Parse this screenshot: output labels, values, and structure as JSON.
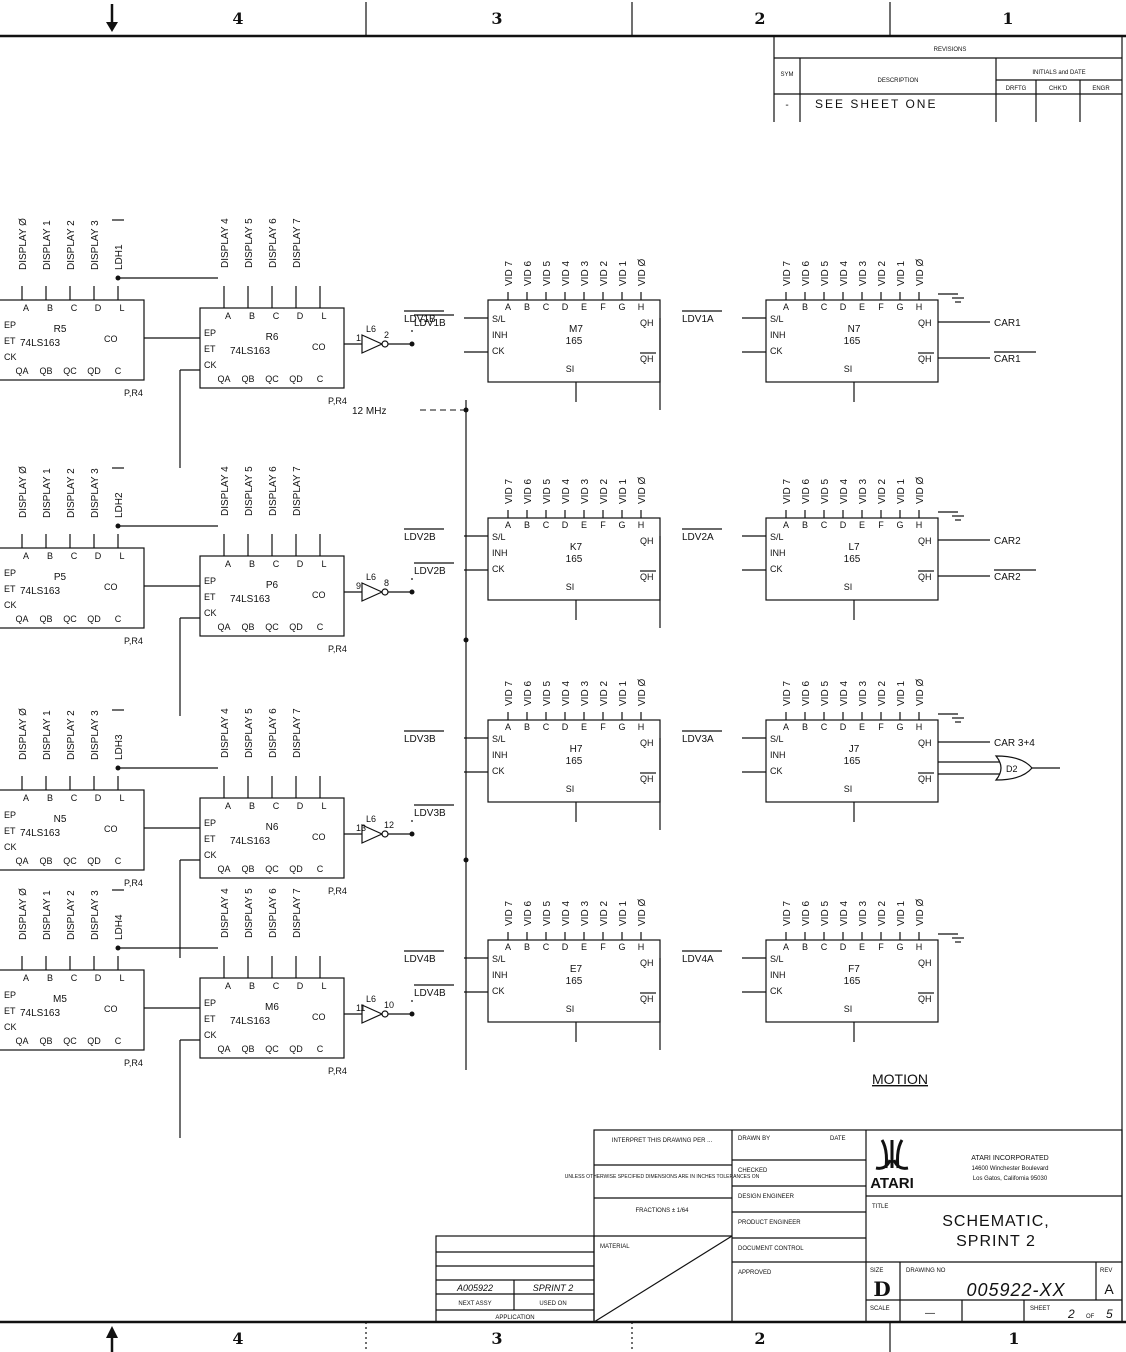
{
  "zones": {
    "top": [
      "4",
      "3",
      "2",
      "1"
    ],
    "bottom": [
      "4",
      "3",
      "2",
      "1"
    ]
  },
  "revisions": {
    "title": "REVISIONS",
    "col_sym": "SYM",
    "col_description": "DESCRIPTION",
    "col_initials": "INITIALS and DATE",
    "col_drftg": "DRFTG",
    "col_chkd": "CHK'D",
    "col_engr": "ENGR",
    "row_sym": "-",
    "row_description": "SEE SHEET ONE"
  },
  "counters": [
    {
      "a": {
        "ref": "R5",
        "type": "74LS163",
        "inputs": [
          "DISPLAY Ø",
          "DISPLAY 1",
          "DISPLAY 2",
          "DISPLAY 3",
          "LDH1"
        ]
      },
      "b": {
        "ref": "R6",
        "type": "74LS163",
        "inputs": [
          "DISPLAY 4",
          "DISPLAY 5",
          "DISPLAY 6",
          "DISPLAY 7"
        ]
      },
      "inv": {
        "ref": "L6",
        "pins": [
          "1",
          "2"
        ]
      },
      "load": "LDV1B"
    },
    {
      "a": {
        "ref": "P5",
        "type": "74LS163",
        "inputs": [
          "DISPLAY Ø",
          "DISPLAY 1",
          "DISPLAY 2",
          "DISPLAY 3",
          "LDH2"
        ]
      },
      "b": {
        "ref": "P6",
        "type": "74LS163",
        "inputs": [
          "DISPLAY 4",
          "DISPLAY 5",
          "DISPLAY 6",
          "DISPLAY 7"
        ]
      },
      "inv": {
        "ref": "L6",
        "pins": [
          "9",
          "8"
        ]
      },
      "load": "LDV2B"
    },
    {
      "a": {
        "ref": "N5",
        "type": "74LS163",
        "inputs": [
          "DISPLAY Ø",
          "DISPLAY 1",
          "DISPLAY 2",
          "DISPLAY 3",
          "LDH3"
        ]
      },
      "b": {
        "ref": "N6",
        "type": "74LS163",
        "inputs": [
          "DISPLAY 4",
          "DISPLAY 5",
          "DISPLAY 6",
          "DISPLAY 7"
        ]
      },
      "inv": {
        "ref": "L6",
        "pins": [
          "13",
          "12"
        ]
      },
      "load": "LDV3B"
    },
    {
      "a": {
        "ref": "M5",
        "type": "74LS163",
        "inputs": [
          "DISPLAY Ø",
          "DISPLAY 1",
          "DISPLAY 2",
          "DISPLAY 3",
          "LDH4"
        ]
      },
      "b": {
        "ref": "M6",
        "type": "74LS163",
        "inputs": [
          "DISPLAY 4",
          "DISPLAY 5",
          "DISPLAY 6",
          "DISPLAY 7"
        ]
      },
      "inv": {
        "ref": "L6",
        "pins": [
          "11",
          "10"
        ]
      },
      "load": "LDV4B"
    }
  ],
  "shifters": [
    {
      "b": {
        "ref": "M7",
        "type": "165",
        "load": "LDV1B"
      },
      "a": {
        "ref": "N7",
        "type": "165",
        "load": "LDV1A"
      },
      "out": "CAR1",
      "outn": "CAR1"
    },
    {
      "b": {
        "ref": "K7",
        "type": "165",
        "load": "LDV2B"
      },
      "a": {
        "ref": "L7",
        "type": "165",
        "load": "LDV2A"
      },
      "out": "CAR2",
      "outn": "CAR2"
    },
    {
      "b": {
        "ref": "H7",
        "type": "165",
        "load": "LDV3B"
      },
      "a": {
        "ref": "J7",
        "type": "165",
        "load": "LDV3A"
      },
      "out": "CAR 3+4",
      "outn": ""
    },
    {
      "b": {
        "ref": "E7",
        "type": "165",
        "load": "LDV4B"
      },
      "a": {
        "ref": "F7",
        "type": "165",
        "load": "LDV4A"
      },
      "out": "",
      "outn": ""
    }
  ],
  "vid_labels": [
    "VID 7",
    "VID 6",
    "VID 5",
    "VID 4",
    "VID 3",
    "VID 2",
    "VID 1",
    "VID Ø"
  ],
  "counter_pins": {
    "a_letters": [
      "A",
      "B",
      "C",
      "D",
      "L"
    ],
    "q_letters": [
      "QA",
      "QB",
      "QC",
      "QD",
      "C"
    ],
    "left": [
      "EP",
      "ET",
      "CK"
    ],
    "rco": "CO",
    "preset": "P,R4"
  },
  "shift_pins": {
    "letters": [
      "A",
      "B",
      "C",
      "D",
      "E",
      "F",
      "G",
      "H"
    ],
    "left": [
      "S/L",
      "INH",
      "CK"
    ],
    "qh": "QH",
    "qhn": "QH",
    "si": "SI"
  },
  "clock": "12 MHz",
  "gate": {
    "ref": "D2",
    "type": "OR"
  },
  "section": "MOTION",
  "titleblock": {
    "interpret": "INTERPRET THIS DRAWING PER ...",
    "unless": "UNLESS OTHERWISE SPECIFIED DIMENSIONS ARE IN INCHES TOLERANCES ON",
    "fractions": "FRACTIONS ± 1/64",
    "material": "MATERIAL",
    "drawn_by": "DRAWN BY",
    "date": "DATE",
    "checked": "CHECKED",
    "design_engineer": "DESIGN ENGINEER",
    "product_engineer": "PRODUCT ENGINEER",
    "document_control": "DOCUMENT CONTROL",
    "approved": "APPROVED",
    "company": "ATARI INCORPORATED",
    "address1": "14600 Winchester Boulevard",
    "address2": "Los Gatos, California 95030",
    "logo": "ATARI",
    "title_label": "TITLE",
    "title1": "SCHEMATIC,",
    "title2": "SPRINT 2",
    "size_label": "SIZE",
    "size": "D",
    "drawing_no_label": "DRAWING NO",
    "drawing_no": "005922-XX",
    "rev_label": "REV",
    "rev": "A",
    "scale_label": "SCALE",
    "scale": "—",
    "sheet_label": "SHEET",
    "sheet": "2",
    "sheet_of": "OF",
    "sheet_total": "5",
    "next_assy": "A005922",
    "used_on": "SPRINT 2",
    "next_assy_label": "NEXT ASSY",
    "used_on_label": "USED ON",
    "application": "APPLICATION"
  }
}
